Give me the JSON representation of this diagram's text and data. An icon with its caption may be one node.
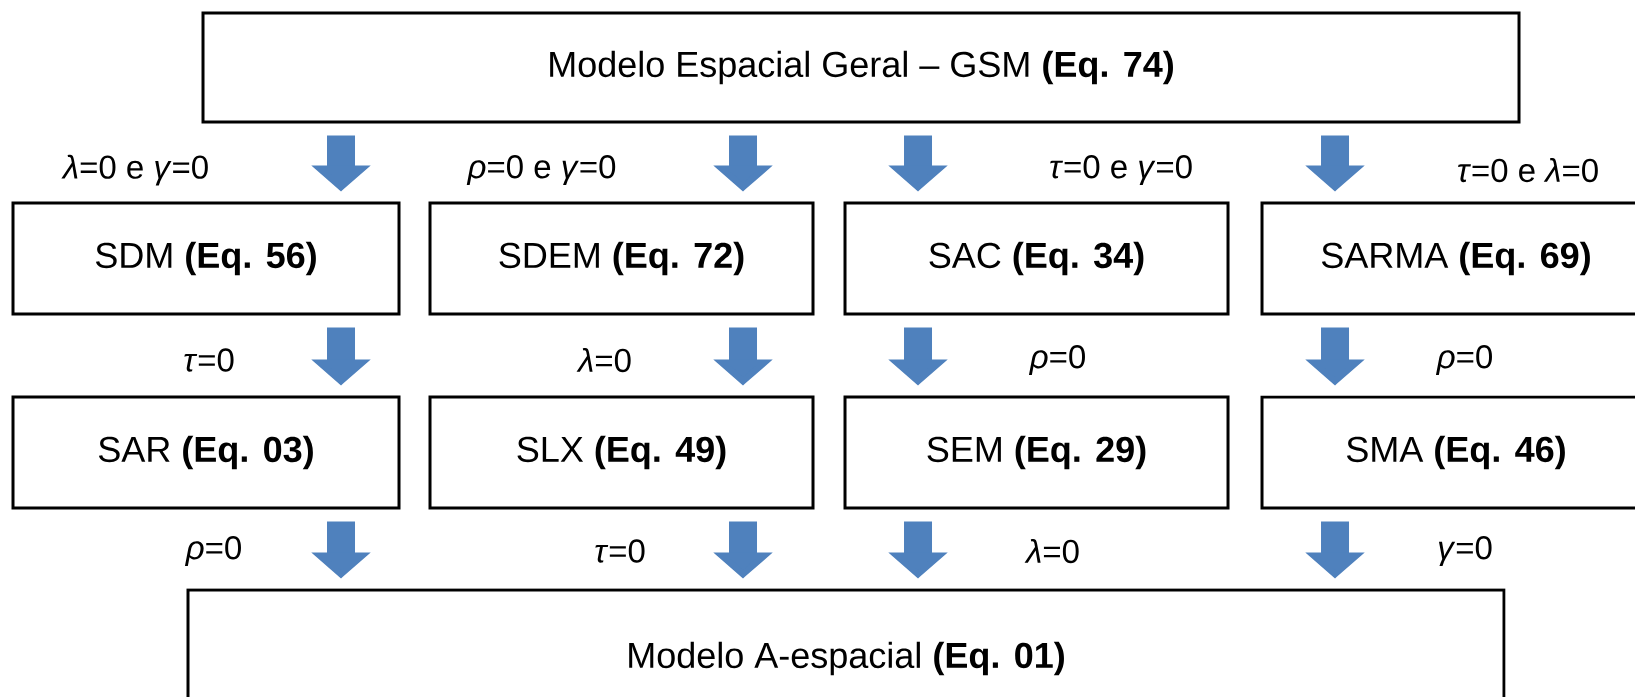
{
  "diagram": {
    "nodes": [
      {
        "text": [
          "Modelo Espacial Geral – GSM **(Eq. 74)**"
        ]
      },
      {
        "text": [
          "SDM **(Eq. 56)**"
        ]
      },
      {
        "text": [
          "SDEM **(Eq. 72)**"
        ]
      },
      {
        "text": [
          "SAC **(Eq. 34)**"
        ]
      },
      {
        "text": [
          "SARMA **(Eq. 69)**"
        ]
      },
      {
        "text": [
          "SAR **(Eq. 03)**"
        ]
      },
      {
        "text": [
          "SLX **(Eq. 49)**"
        ]
      },
      {
        "text": [
          "SEM **(Eq. 29)**"
        ]
      },
      {
        "text": [
          "SMA **(Eq. 46)**"
        ]
      },
      {
        "text": [
          "Modelo A-espacial **(Eq. 01)**"
        ]
      }
    ],
    "edges": [
      {
        "from": 0,
        "to": 1,
        "arrow": "to",
        "label": "*λ*=0  e *γ*=0"
      },
      {
        "from": 0,
        "to": 2,
        "arrow": "to",
        "label": "*ρ*=0  e *γ*=0"
      },
      {
        "from": 0,
        "to": 3,
        "arrow": "to",
        "label": "*τ*=0  e *γ*=0"
      },
      {
        "from": 0,
        "to": 4,
        "arrow": "to",
        "label": "*τ*=0  e *λ*=0"
      },
      {
        "from": 1,
        "to": 5,
        "arrow": "to",
        "label": "*τ*=0"
      },
      {
        "from": 2,
        "to": 6,
        "arrow": "to",
        "label": "*λ*=0"
      },
      {
        "from": 3,
        "to": 7,
        "arrow": "to",
        "label": "*ρ*=0"
      },
      {
        "from": 4,
        "to": 8,
        "arrow": "to",
        "label": "*ρ*=0"
      },
      {
        "from": 5,
        "to": 9,
        "arrow": "to",
        "label": "*ρ*=0"
      },
      {
        "from": 6,
        "to": 9,
        "arrow": "to",
        "label": "*τ*=0"
      },
      {
        "from": 7,
        "to": 9,
        "arrow": "to",
        "label": "*λ*=0"
      },
      {
        "from": 8,
        "to": 9,
        "arrow": "to",
        "label": "*γ*=0"
      }
    ]
  }
}
